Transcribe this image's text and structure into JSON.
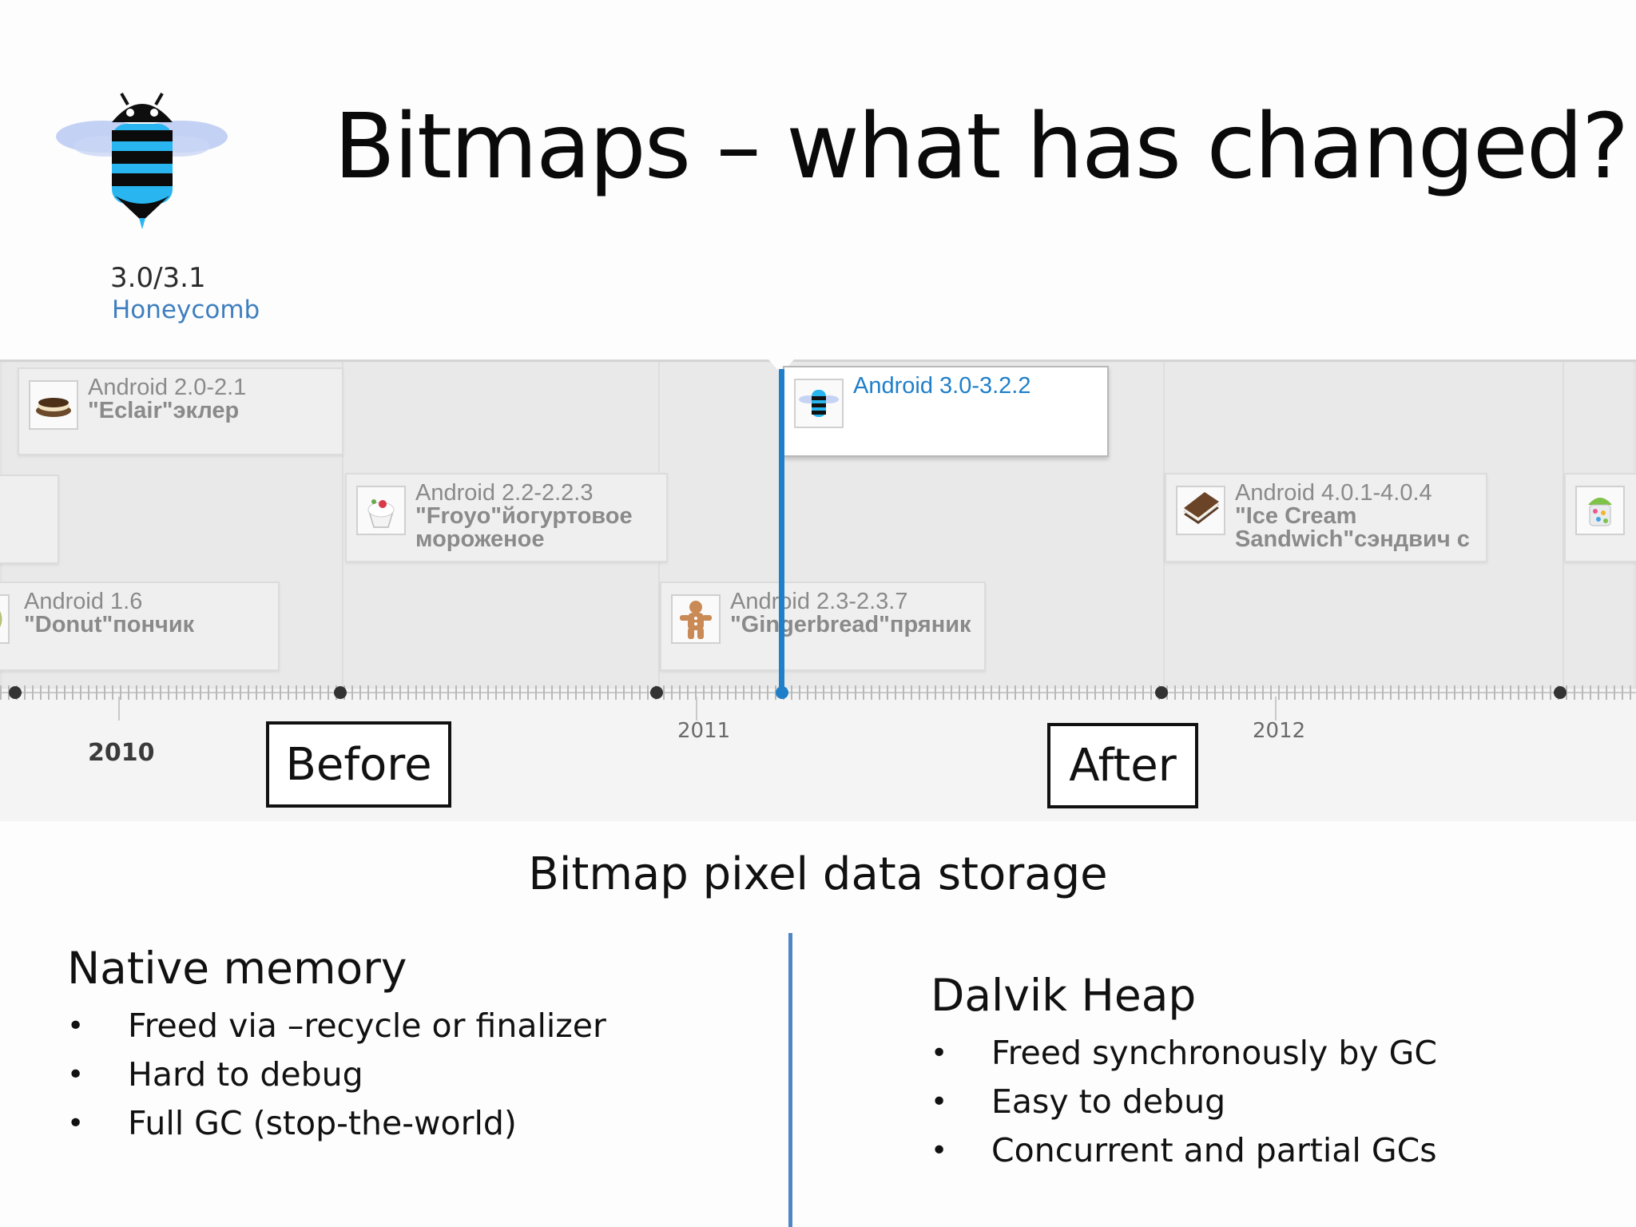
{
  "slide": {
    "title": "Bitmaps – what has changed?",
    "logo": {
      "icon": "honeycomb-bee-icon",
      "version_number": "3.0/3.1",
      "version_name": "Honeycomb"
    }
  },
  "timeline": {
    "years": [
      "2010",
      "2011",
      "2012"
    ],
    "cards": [
      {
        "title": "Android 2.0-2.1",
        "subtitle": "\"Eclair\"эклер",
        "icon": "eclair-icon"
      },
      {
        "title": "Android 2.2-2.2.3",
        "subtitle": "\"Froyo\"йогуртовое\nмороженое",
        "icon": "froyo-icon"
      },
      {
        "title": "Android 1.6",
        "subtitle": "\"Donut\"пончик",
        "icon": "donut-icon"
      },
      {
        "title": "Android 2.3-2.3.7",
        "subtitle": "\"Gingerbread\"пряник",
        "icon": "gingerbread-icon"
      },
      {
        "title": "Android 3.0-3.2.2",
        "subtitle": "",
        "icon": "honeycomb-icon",
        "active": true
      },
      {
        "title": "Android 4.0.1-4.0.4",
        "subtitle": "\"Ice Cream\nSandwich\"сэндвич с",
        "icon": "ice-cream-sandwich-icon"
      },
      {
        "title": "",
        "subtitle": "",
        "icon": "jelly-bean-icon"
      }
    ]
  },
  "labels": {
    "before": "Before",
    "after": "After"
  },
  "comparison": {
    "heading": "Bitmap pixel data storage",
    "before": {
      "title": "Native memory",
      "bullets": [
        "Freed via –recycle or finalizer",
        "Hard to debug",
        "Full GC (stop-the-world)"
      ]
    },
    "after": {
      "title": "Dalvik Heap",
      "bullets": [
        "Freed synchronously by GC",
        "Easy to debug",
        "Concurrent and partial GCs"
      ]
    }
  },
  "colors": {
    "accent": "#1f7fc9",
    "divider": "#4f86c6",
    "honeycomb_label": "#3f7fbf"
  }
}
